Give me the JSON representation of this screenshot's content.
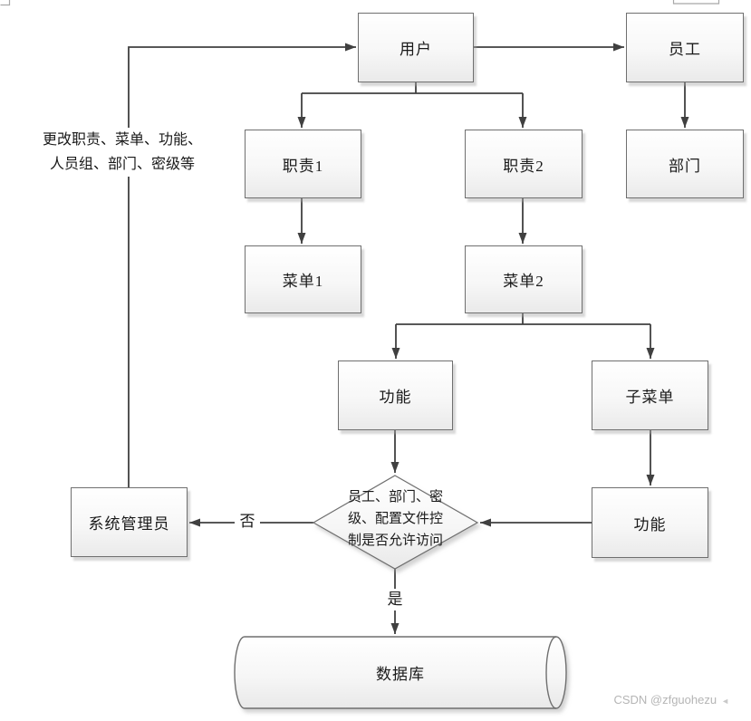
{
  "nodes": {
    "user": {
      "label": "用户"
    },
    "employee": {
      "label": "员工"
    },
    "duty1": {
      "label": "职责1"
    },
    "duty2": {
      "label": "职责2"
    },
    "department": {
      "label": "部门"
    },
    "menu1": {
      "label": "菜单1"
    },
    "menu2": {
      "label": "菜单2"
    },
    "function1": {
      "label": "功能"
    },
    "submenu": {
      "label": "子菜单"
    },
    "function2": {
      "label": "功能"
    },
    "admin": {
      "label": "系统管理员"
    },
    "decision": {
      "lines": [
        "员工、部门、密",
        "级、配置文件控",
        "制是否允许访问"
      ]
    },
    "database": {
      "label": "数据库"
    }
  },
  "edges": {
    "no_label": "否",
    "yes_label": "是",
    "note_lines": [
      "更改职责、菜单、功能、",
      "人员组、部门、密级等"
    ]
  },
  "watermark": {
    "text": "CSDN @zfguohezu",
    "mark": "◄"
  },
  "style": {
    "line_color": "#404040",
    "border_color": "#6f6f6f",
    "fill_top": "#ffffff",
    "fill_bottom": "#eaeaea",
    "watermark_color": "#b5b5b5"
  }
}
